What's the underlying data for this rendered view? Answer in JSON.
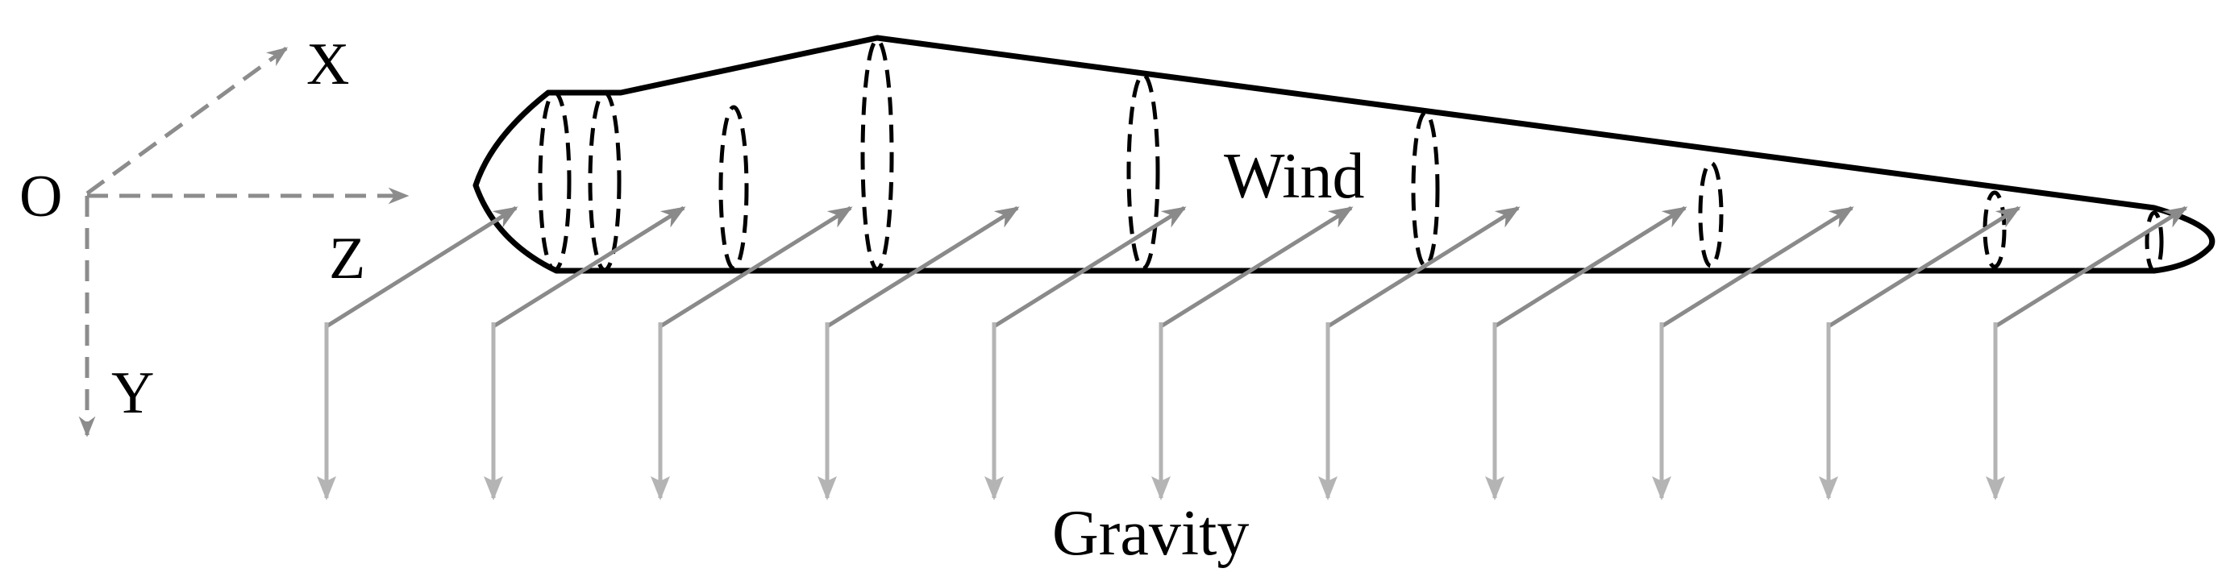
{
  "axes": {
    "origin_label": "O",
    "x_label": "X",
    "y_label": "Y",
    "z_label": "Z"
  },
  "annotations": {
    "wind_label": "Wind",
    "gravity_label": "Gravity"
  },
  "colors": {
    "outline": "#000000",
    "axis": "#8c8c8c",
    "wind_arrow": "#8a8a8a",
    "gravity_arrow": "#b4b4b4",
    "text": "#000000"
  }
}
